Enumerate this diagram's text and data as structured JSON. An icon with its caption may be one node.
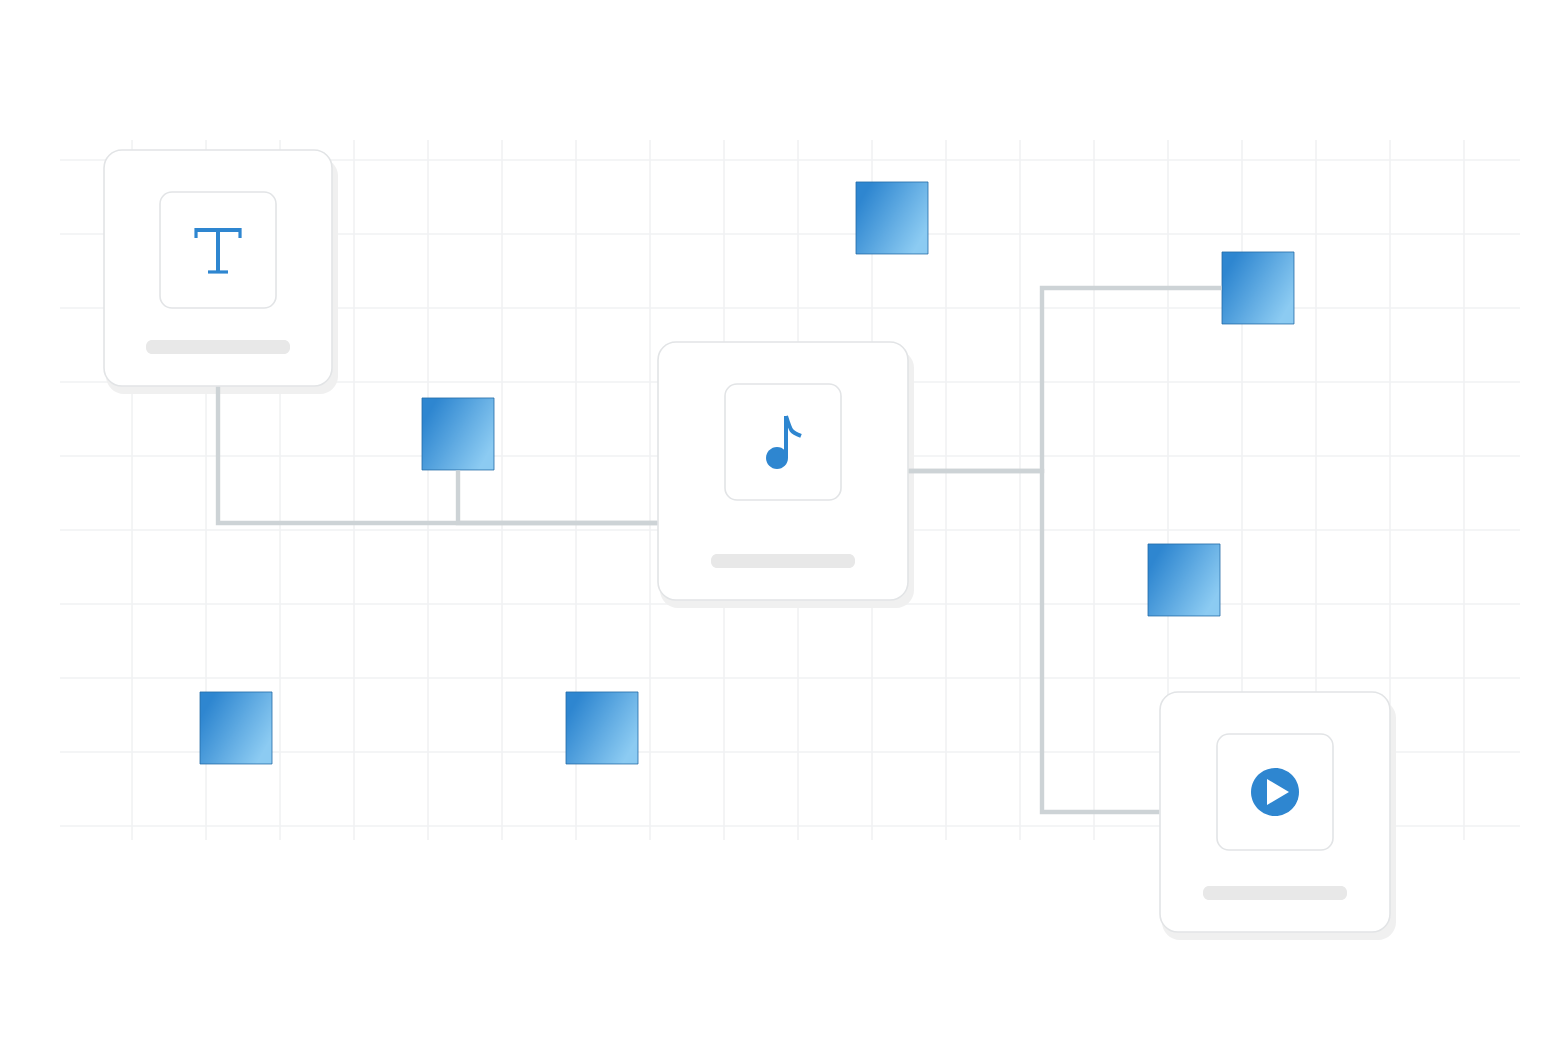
{
  "diagram": {
    "nodes": [
      {
        "text": [],
        "shape": "card"
      },
      {
        "text": [],
        "shape": "box"
      },
      {
        "text": [],
        "shape": "box"
      },
      {
        "text": [],
        "shape": "card"
      },
      {
        "text": [],
        "shape": "box"
      },
      {
        "text": [],
        "shape": "box"
      },
      {
        "text": [],
        "shape": "box"
      },
      {
        "text": [],
        "shape": "box"
      },
      {
        "text": [],
        "shape": "card"
      }
    ],
    "edges": [
      {
        "from": 0,
        "to": 3,
        "arrow": "none"
      },
      {
        "from": 4,
        "to": 3,
        "arrow": "none"
      },
      {
        "from": 3,
        "to": 2,
        "arrow": "none"
      },
      {
        "from": 3,
        "to": 8,
        "arrow": "none"
      }
    ]
  }
}
